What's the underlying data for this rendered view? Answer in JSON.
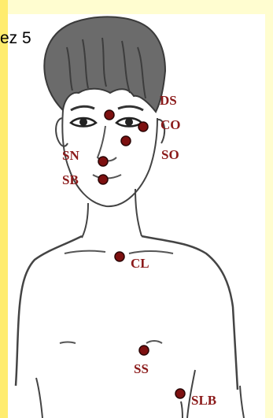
{
  "caption": "ez 5",
  "colors": {
    "point_fill": "#7d1010",
    "point_stroke": "#2a0505",
    "label": "#8b1a1a",
    "band_left": "#ffec6e",
    "band_light": "#fffdd0"
  },
  "points": [
    {
      "id": "ds",
      "label": "DS"
    },
    {
      "id": "co",
      "label": "CO"
    },
    {
      "id": "so",
      "label": "SO"
    },
    {
      "id": "sn",
      "label": "SN"
    },
    {
      "id": "sb",
      "label": "SB"
    },
    {
      "id": "cl",
      "label": "CL"
    },
    {
      "id": "ss",
      "label": "SS"
    },
    {
      "id": "slb",
      "label": "SLB"
    }
  ]
}
